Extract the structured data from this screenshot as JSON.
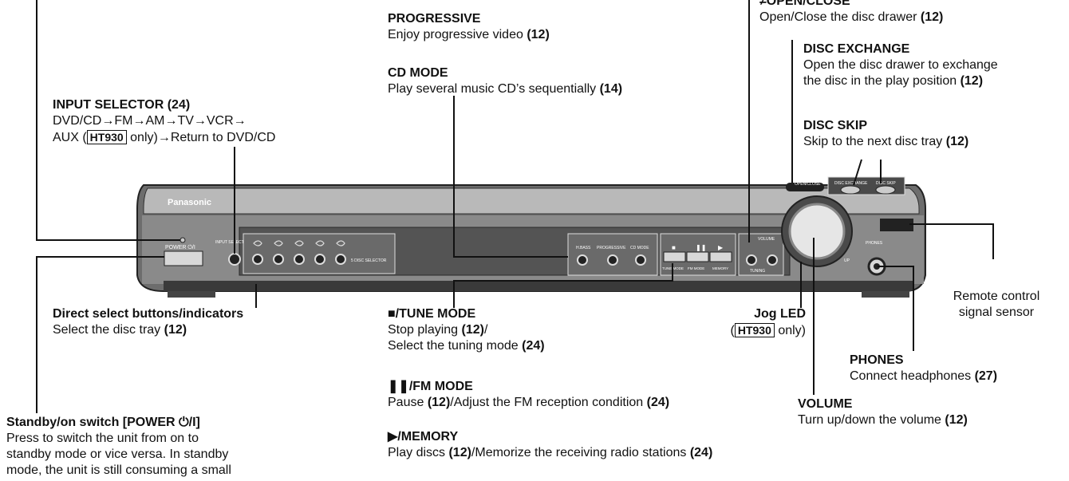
{
  "device": {
    "brand": "Panasonic",
    "open_close": "OPEN/CLOSE",
    "disc_exchange": "DISC EXCHANGE",
    "disc_skip": "DISC SKIP",
    "power": "POWER ⏻/I",
    "input_sel": "INPUT SELECTOR",
    "disc_selector": "5 DISC SELECTOR",
    "hbass": "H.BASS",
    "progressive": "PROGRESSIVE",
    "cd_mode": "CD MODE",
    "tune_mode": "TUNE MODE",
    "fm_mode": "FM MODE",
    "memory": "MEMORY",
    "volume": "VOLUME",
    "tuning": "TUNING",
    "phones": "PHONES",
    "up": "UP"
  },
  "labels": {
    "input_selector": {
      "title": "INPUT SELECTOR (24)",
      "line1": "DVD/CD→FM→AM→TV→VCR→",
      "line2_pre": "AUX (",
      "line2_badge": "HT930",
      "line2_post": " only)→Return to DVD/CD"
    },
    "progressive": {
      "title": "PROGRESSIVE",
      "desc": "Enjoy progressive video ",
      "ref": "(12)"
    },
    "cd_mode": {
      "title": "CD MODE",
      "desc": "Play several music CD’s sequentially ",
      "ref": "(14)"
    },
    "open_close": {
      "title": "≠OPEN/CLOSE",
      "desc": "Open/Close the disc drawer ",
      "ref": "(12)"
    },
    "disc_exchange": {
      "title": "DISC EXCHANGE",
      "line1": "Open the disc drawer to exchange",
      "line2": "the disc in the play position ",
      "ref": "(12)"
    },
    "disc_skip": {
      "title": "DISC SKIP",
      "desc": "Skip to the next disc tray ",
      "ref": "(12)"
    },
    "direct_select": {
      "title": "Direct select buttons/indicators",
      "desc": "Select the disc tray ",
      "ref": "(12)"
    },
    "stop_tune": {
      "title": "■/TUNE MODE",
      "line1": "Stop playing ",
      "ref1": "(12)",
      "line1b": "/",
      "line2": "Select the tuning mode ",
      "ref2": "(24)"
    },
    "pause_fm": {
      "title": "❚❚/FM MODE",
      "line1": "Pause ",
      "ref1": "(12)",
      "mid": "/Adjust the FM reception condition ",
      "ref2": "(24)"
    },
    "play_memory": {
      "title": "▶/MEMORY",
      "line1": "Play discs ",
      "ref1": "(12)",
      "mid": "/Memorize the receiving radio stations ",
      "ref2": "(24)"
    },
    "jog_led": {
      "title": "Jog LED",
      "pre": "(",
      "badge": "HT930",
      "post": " only)"
    },
    "volume": {
      "title": "VOLUME",
      "desc": "Turn up/down the volume ",
      "ref": "(12)"
    },
    "phones": {
      "title": "PHONES",
      "desc": "Connect headphones ",
      "ref": "(27)"
    },
    "remote": {
      "line1": "Remote control",
      "line2": "signal sensor"
    },
    "standby": {
      "title": "Standby/on switch [POWER ⏻/I]",
      "line1": "Press to switch the unit from on to",
      "line2": "standby mode or vice versa. In standby",
      "line3": "mode, the unit is still consuming a small"
    }
  }
}
